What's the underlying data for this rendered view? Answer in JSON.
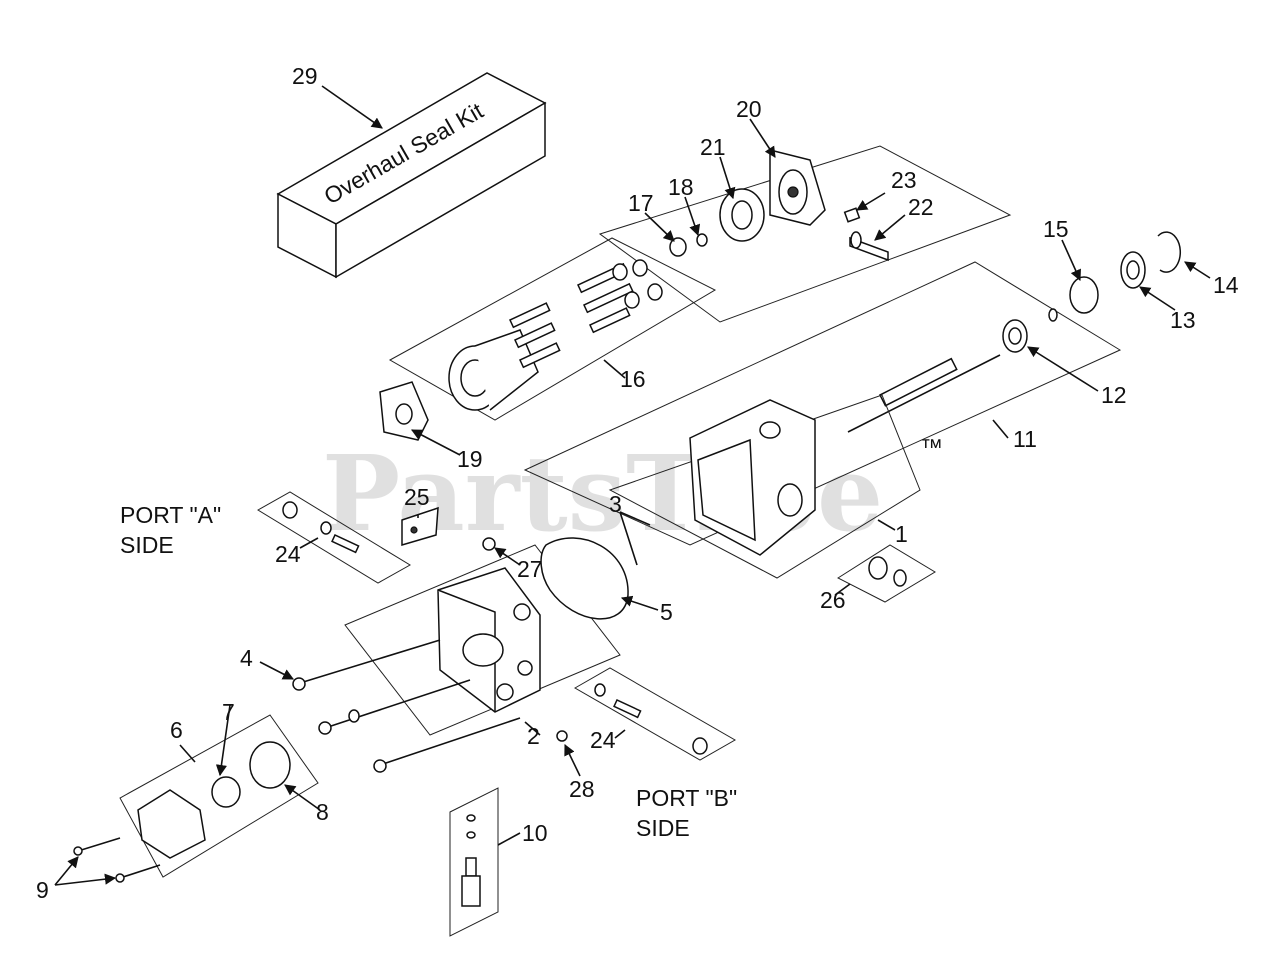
{
  "kit_text": "Overhaul Seal Kit",
  "watermark": "PartsTree",
  "trademark": "™",
  "notes": {
    "port_a": [
      "PORT \"A\"",
      "SIDE"
    ],
    "port_b": [
      "PORT \"B\"",
      "SIDE"
    ]
  },
  "labels": {
    "p1": "1",
    "p2": "2",
    "p3": "3",
    "p4": "4",
    "p5": "5",
    "p6": "6",
    "p7": "7",
    "p8": "8",
    "p9": "9",
    "p10": "10",
    "p11": "11",
    "p12": "12",
    "p13": "13",
    "p14": "14",
    "p15": "15",
    "p16": "16",
    "p17": "17",
    "p18": "18",
    "p19": "19",
    "p20": "20",
    "p21": "21",
    "p22": "22",
    "p23": "23",
    "p24a": "24",
    "p24b": "24",
    "p25": "25",
    "p26": "26",
    "p27": "27",
    "p28": "28",
    "p29": "29"
  }
}
